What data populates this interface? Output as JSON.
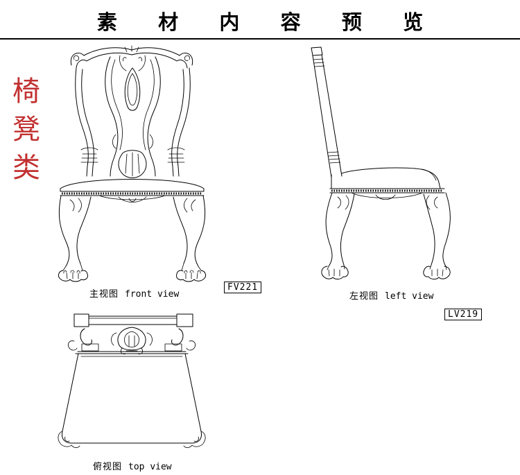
{
  "page": {
    "title": "素 材 内 容 预 览",
    "background_color": "#ffffff",
    "line_color": "#000000",
    "accent_red": "#c23030"
  },
  "category": {
    "label": "椅凳类",
    "chars": [
      "椅",
      "凳",
      "类"
    ]
  },
  "views": {
    "front": {
      "name_zh": "主视图",
      "name_en": "front view",
      "code": "FV221"
    },
    "left": {
      "name_zh": "左视图",
      "name_en": "left view",
      "code": "LV219"
    },
    "top": {
      "name_zh": "俯视图",
      "name_en": "top view"
    }
  }
}
